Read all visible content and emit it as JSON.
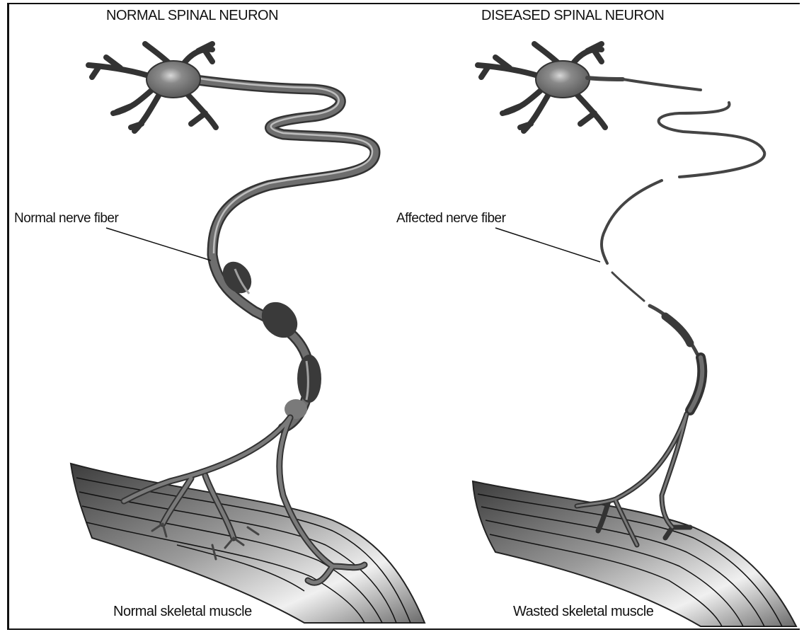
{
  "panels": [
    {
      "title": "NORMAL SPINAL NEURON",
      "fiber_label": "Normal nerve fiber",
      "muscle_label": "Normal skeletal muscle"
    },
    {
      "title": "DISEASED SPINAL NEURON",
      "fiber_label": "Affected nerve fiber",
      "muscle_label": "Wasted skeletal muscle"
    }
  ],
  "colors": {
    "neuron": "#6e6e6e",
    "neuron_highlight": "#c8c8c8",
    "muscle_dark": "#4a4a4a",
    "muscle_light": "#f2f2f2",
    "ink": "#111111"
  }
}
